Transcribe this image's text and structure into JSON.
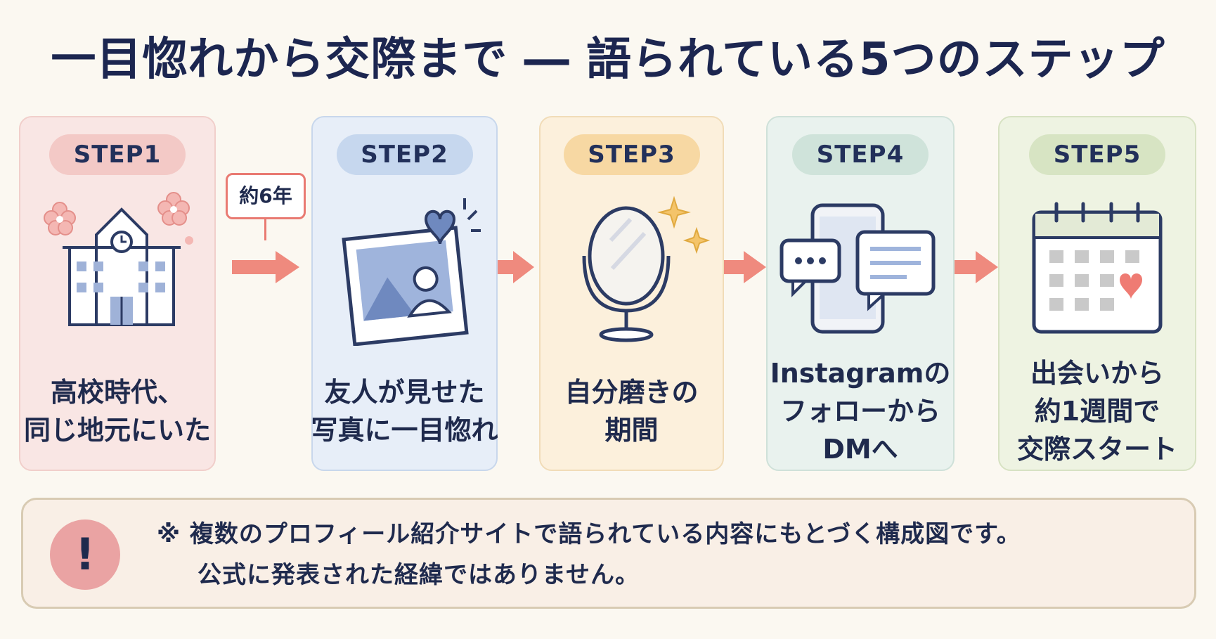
{
  "title": "一目惚れから交際まで ― 語られている5つのステップ",
  "gap_label": "約6年",
  "steps": [
    {
      "label": "STEP1",
      "lines": [
        "高校時代、",
        "同じ地元にいた"
      ]
    },
    {
      "label": "STEP2",
      "lines": [
        "友人が見せた",
        "写真に一目惚れ"
      ]
    },
    {
      "label": "STEP3",
      "lines": [
        "自分磨きの",
        "期間"
      ]
    },
    {
      "label": "STEP4",
      "lines": [
        "Instagramの",
        "フォローから",
        "DMへ"
      ]
    },
    {
      "label": "STEP5",
      "lines": [
        "出会いから",
        "約1週間で",
        "交際スタート"
      ]
    }
  ],
  "note": {
    "line1": "※ 複数のプロフィール紹介サイトで語られている内容にもとづく構成図です。",
    "line2": "公式に発表された経緯ではありません。",
    "icon": "!"
  },
  "colors": {
    "step1": "#f9e6e4",
    "step2": "#e7eef8",
    "step3": "#fcf0dc",
    "step4": "#e9f2ee",
    "step5": "#eef3e2",
    "arrow": "#e97a72",
    "navy": "#2c3b64"
  },
  "icons": [
    "school-icon",
    "photo-heart-icon",
    "mirror-icon",
    "smartphone-chat-icon",
    "calendar-heart-icon"
  ]
}
